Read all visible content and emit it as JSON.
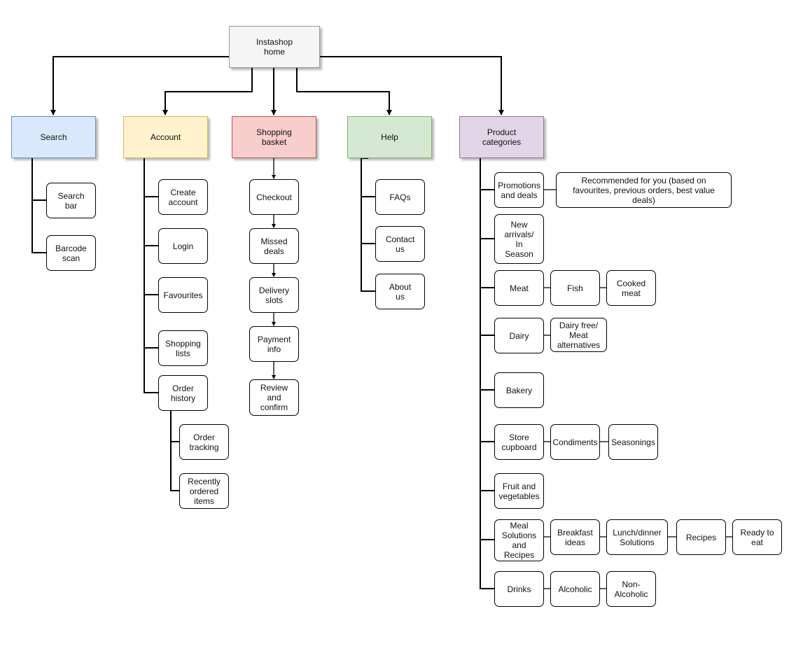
{
  "colors": {
    "root": "#f5f5f5",
    "search": "#dae8fc",
    "account": "#fff2cc",
    "basket": "#f8cecc",
    "help": "#d5e8d4",
    "categories": "#e1d5e7",
    "line": "#000000"
  },
  "nodes": {
    "root": "Instashop\nhome",
    "search": "Search",
    "account": "Account",
    "basket": "Shopping\nbasket",
    "help": "Help",
    "categories": "Product\ncategories",
    "search_bar": "Search\nbar",
    "barcode_scan": "Barcode\nscan",
    "create_account": "Create\naccount",
    "login": "Login",
    "favourites": "Favourites",
    "shopping_lists": "Shopping\nlists",
    "order_history": "Order\nhistory",
    "order_tracking": "Order\ntracking",
    "recently_ordered": "Recently\nordered\nitems",
    "checkout": "Checkout",
    "missed_deals": "Missed\ndeals",
    "delivery_slots": "Delivery\nslots",
    "payment_info": "Payment\ninfo",
    "review_confirm": "Review\nand\nconfirm",
    "faqs": "FAQs",
    "contact_us": "Contact\nus",
    "about_us": "About\nus",
    "promotions": "Promotions\nand deals",
    "recommended": "Recommended for you (based on\nfavourites, previous orders, best value\ndeals)",
    "new_arrivals": "New\narrivals/\nIn\nSeason",
    "meat": "Meat",
    "fish": "Fish",
    "cooked_meat": "Cooked\nmeat",
    "dairy": "Dairy",
    "dairy_free": "Dairy free/\nMeat\nalternatives",
    "bakery": "Bakery",
    "store_cupboard": "Store\ncupboard",
    "condiments": "Condiments",
    "seasonings": "Seasonings",
    "fruit_veg": "Fruit and\nvegetables",
    "meal_solutions": "Meal\nSolutions\nand\nRecipes",
    "breakfast_ideas": "Breakfast\nideas",
    "lunch_dinner": "Lunch/dinner\nSolutions",
    "recipes": "Recipes",
    "ready_to_eat": "Ready to\neat",
    "drinks": "Drinks",
    "alcoholic": "Alcoholic",
    "non_alcoholic": "Non-\nAlcoholic"
  }
}
